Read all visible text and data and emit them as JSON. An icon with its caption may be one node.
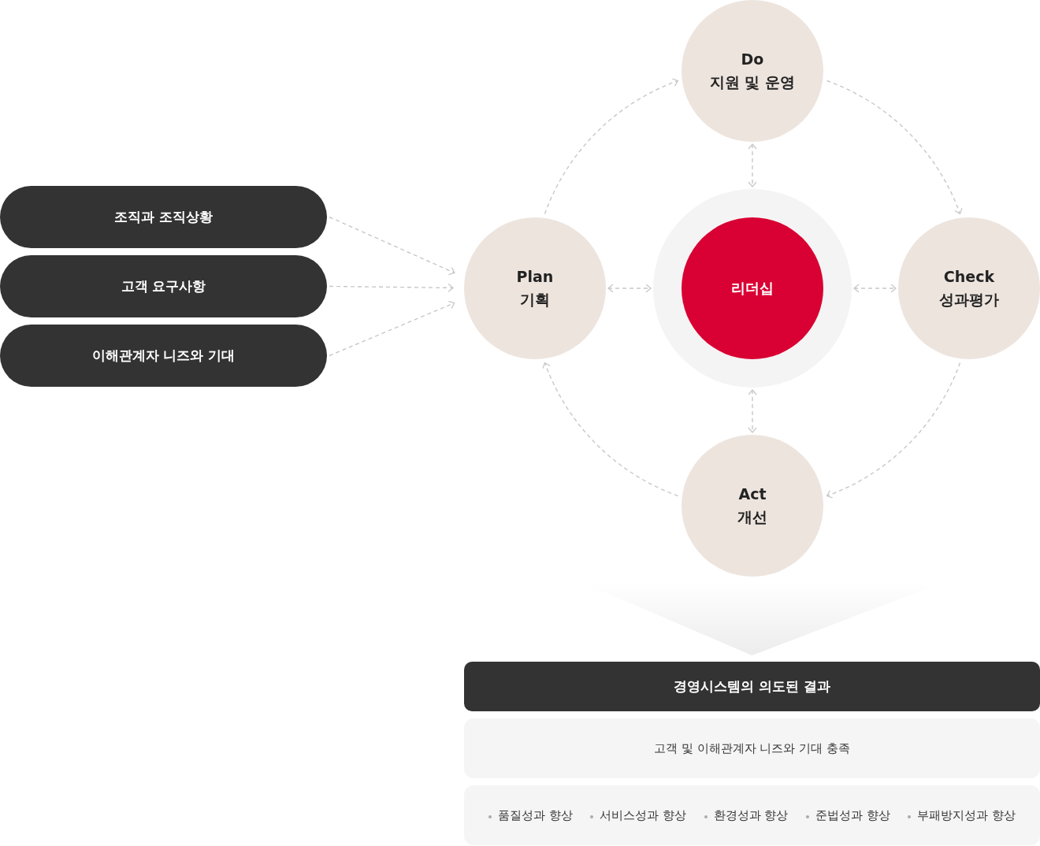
{
  "diagram": {
    "nodes": [
      {
        "text": [
          "조직과 조직상황"
        ]
      },
      {
        "text": [
          "고객 요구사항"
        ]
      },
      {
        "text": [
          "이해관계자 니즈와 기대"
        ]
      },
      {
        "text": [
          "Do",
          "지원 및 운영"
        ]
      },
      {
        "text": [
          "Plan",
          "기획"
        ]
      },
      {
        "text": [],
        "shape": "circle"
      },
      {
        "text": [
          "리더십"
        ],
        "in": 5
      },
      {
        "text": [
          "Check",
          "성과평가"
        ]
      },
      {
        "text": [
          "Act",
          "개선"
        ]
      },
      {
        "text": [
          "경영시스템의 의도된 결과"
        ]
      },
      {
        "text": [
          "고객 및 이해관계자 니즈와 기대 충족"
        ]
      },
      {
        "text": [
          "품질성과 향상",
          "서비스성과 향상",
          "환경성과 향상",
          "준법성과 향상",
          "부패방지성과 향상"
        ]
      }
    ],
    "edges": [
      {
        "from": 0,
        "to": 4,
        "arrow": "to",
        "style": "dashed"
      },
      {
        "from": 1,
        "to": 4,
        "arrow": "to",
        "style": "dashed"
      },
      {
        "from": 2,
        "to": 4,
        "arrow": "to",
        "style": "dashed"
      },
      {
        "from": 4,
        "to": 3,
        "arrow": "to",
        "style": "dashed"
      },
      {
        "from": 3,
        "to": 7,
        "arrow": "to",
        "style": "dashed"
      },
      {
        "from": 7,
        "to": 8,
        "arrow": "to",
        "style": "dashed"
      },
      {
        "from": 8,
        "to": 4,
        "arrow": "to",
        "style": "dashed"
      },
      {
        "from": 3,
        "to": 5,
        "arrow": "both",
        "style": "dashed"
      },
      {
        "from": 4,
        "to": 5,
        "arrow": "both",
        "style": "dashed"
      },
      {
        "from": 5,
        "to": 7,
        "arrow": "both",
        "style": "dashed"
      },
      {
        "from": 5,
        "to": 8,
        "arrow": "both",
        "style": "dashed"
      },
      {
        "from": 8,
        "to": 9,
        "arrow": "to"
      }
    ]
  }
}
